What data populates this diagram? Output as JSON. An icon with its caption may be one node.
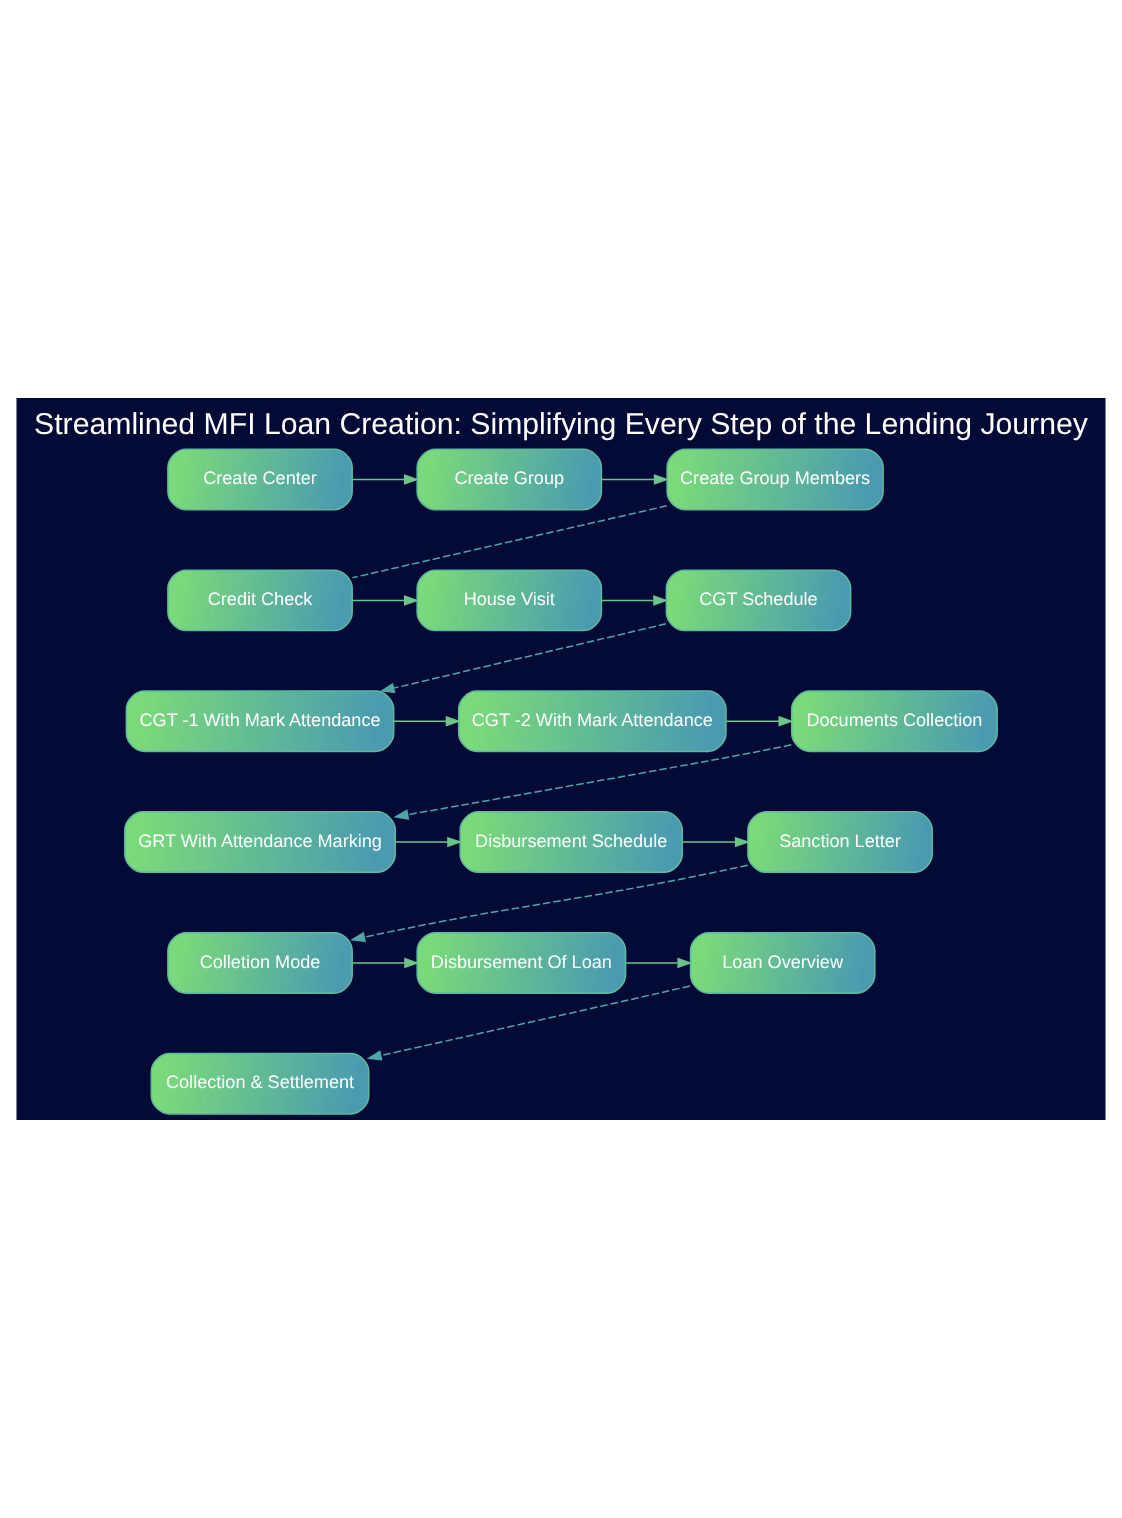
{
  "diagram": {
    "title": "Streamlined MFI Loan Creation: Simplifying Every Step of the Lending Journey",
    "nodes": [
      {
        "text": [
          "Create Center"
        ]
      },
      {
        "text": [
          "Create Group"
        ]
      },
      {
        "text": [
          "Create Group Members"
        ]
      },
      {
        "text": [
          "Credit Check"
        ]
      },
      {
        "text": [
          "House Visit"
        ]
      },
      {
        "text": [
          "CGT Schedule"
        ]
      },
      {
        "text": [
          "CGT -1 With Mark Attendance"
        ]
      },
      {
        "text": [
          "CGT -2 With Mark Attendance"
        ]
      },
      {
        "text": [
          "Documents Collection"
        ]
      },
      {
        "text": [
          "GRT With Attendance Marking"
        ]
      },
      {
        "text": [
          "Disbursement Schedule"
        ]
      },
      {
        "text": [
          "Sanction Letter"
        ]
      },
      {
        "text": [
          "Colletion Mode"
        ]
      },
      {
        "text": [
          "Disbursement Of Loan"
        ]
      },
      {
        "text": [
          "Loan Overview"
        ]
      },
      {
        "text": [
          "Collection & Settlement"
        ]
      }
    ],
    "edges": [
      {
        "from": 0,
        "to": 1,
        "arrow": "to"
      },
      {
        "from": 1,
        "to": 2,
        "arrow": "to"
      },
      {
        "from": 2,
        "to": 3,
        "arrow": "none",
        "style": "dashed"
      },
      {
        "from": 3,
        "to": 4,
        "arrow": "to"
      },
      {
        "from": 4,
        "to": 5,
        "arrow": "to"
      },
      {
        "from": 5,
        "to": 6,
        "arrow": "to",
        "style": "dashed"
      },
      {
        "from": 6,
        "to": 7,
        "arrow": "to"
      },
      {
        "from": 7,
        "to": 8,
        "arrow": "to"
      },
      {
        "from": 8,
        "to": 9,
        "arrow": "to",
        "style": "dashed"
      },
      {
        "from": 9,
        "to": 10,
        "arrow": "to"
      },
      {
        "from": 10,
        "to": 11,
        "arrow": "to"
      },
      {
        "from": 11,
        "to": 12,
        "arrow": "to",
        "style": "dashed"
      },
      {
        "from": 12,
        "to": 13,
        "arrow": "to"
      },
      {
        "from": 13,
        "to": 14,
        "arrow": "to"
      },
      {
        "from": 14,
        "to": 15,
        "arrow": "to",
        "style": "dashed"
      }
    ]
  }
}
